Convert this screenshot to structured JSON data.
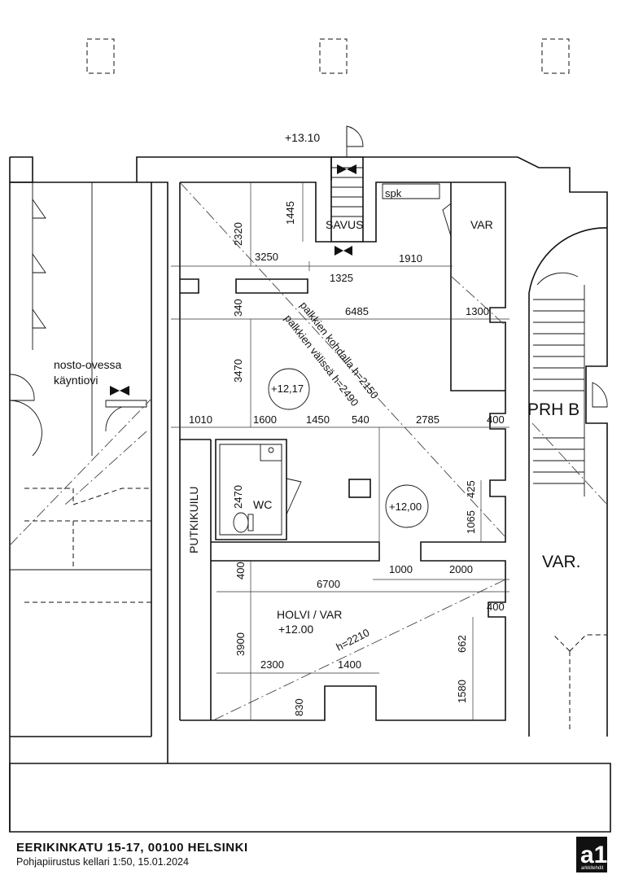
{
  "footer": {
    "address": "EERIKINKATU 15-17, 00100 HELSINKI",
    "subtitle": "Pohjapiirustus   kellari  1:50, 15.01.2024",
    "logo": "a1",
    "logo_small": "arkkitehdit"
  },
  "levels": {
    "top_door": "+13.10",
    "room1": "+12,17",
    "room2": "+12,00",
    "holvi": "+12.00"
  },
  "rooms": {
    "savus": "SAVUS",
    "spk": "spk",
    "var_top": "VAR",
    "wc": "WC",
    "putkikuilu": "PUTKIKUILU",
    "holvi": "HOLVI / VAR",
    "prh_b": "PRH B",
    "var_right": "VAR."
  },
  "notes": {
    "nosto_line1": "nosto-ovessa",
    "nosto_line2": "käyntiovi",
    "beam1": "palkkien kohdalla h=2150",
    "beam2": "palkkien välissä h=2490",
    "holvi_h": "h=2210"
  },
  "dimensions": {
    "d2320": "2320",
    "d1445": "1445",
    "d3250": "3250",
    "d1910": "1910",
    "d1325": "1325",
    "d340": "340",
    "d6485": "6485",
    "d1300": "1300",
    "d3470": "3470",
    "d1010": "1010",
    "d1600": "1600",
    "d1450": "1450",
    "d540": "540",
    "d2785": "2785",
    "d400a": "400",
    "d2470": "2470",
    "d425": "425",
    "d1065": "1065",
    "d400b": "400",
    "d1000": "1000",
    "d2000": "2000",
    "d6700": "6700",
    "d400c": "400",
    "d3900": "3900",
    "d662": "662",
    "d2300": "2300",
    "d1400": "1400",
    "d1580": "1580",
    "d830": "830"
  },
  "icons": {
    "door_symbol": "bowtie-door-icon",
    "toilet": "toilet-icon",
    "sink": "sink-icon"
  }
}
